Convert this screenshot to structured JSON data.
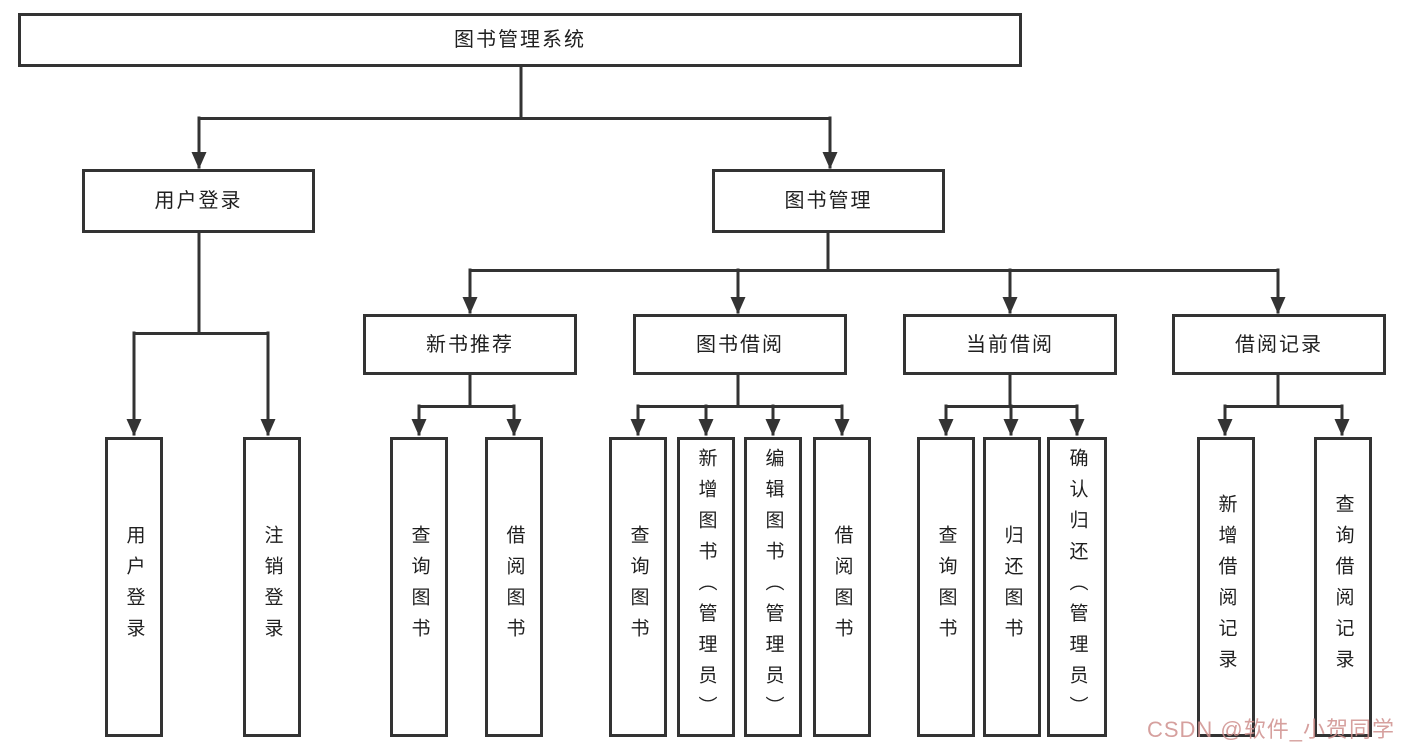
{
  "diagram": {
    "title_node": "图书管理系统",
    "level2": {
      "user_login": "用户登录",
      "book_management": "图书管理"
    },
    "level3": {
      "new_book_recommend": "新书推荐",
      "book_borrow": "图书借阅",
      "current_borrow": "当前借阅",
      "borrow_records": "借阅记录"
    },
    "leaves": {
      "login": [
        "用户登录",
        "注销登录"
      ],
      "new_book": [
        "查询图书",
        "借阅图书"
      ],
      "borrow": [
        "查询图书",
        "新增图书（管理员）",
        "编辑图书（管理员）",
        "借阅图书"
      ],
      "current": [
        "查询图书",
        "归还图书",
        "确认归还（管理员）"
      ],
      "records": [
        "新增借阅记录",
        "查询借阅记录"
      ]
    },
    "colors": {
      "line": "#333333",
      "box_border": "#333333",
      "text": "#1f1f1f",
      "watermark": "#cf908e"
    }
  },
  "watermark": {
    "text": "CSDN @软件_小贺同学"
  }
}
